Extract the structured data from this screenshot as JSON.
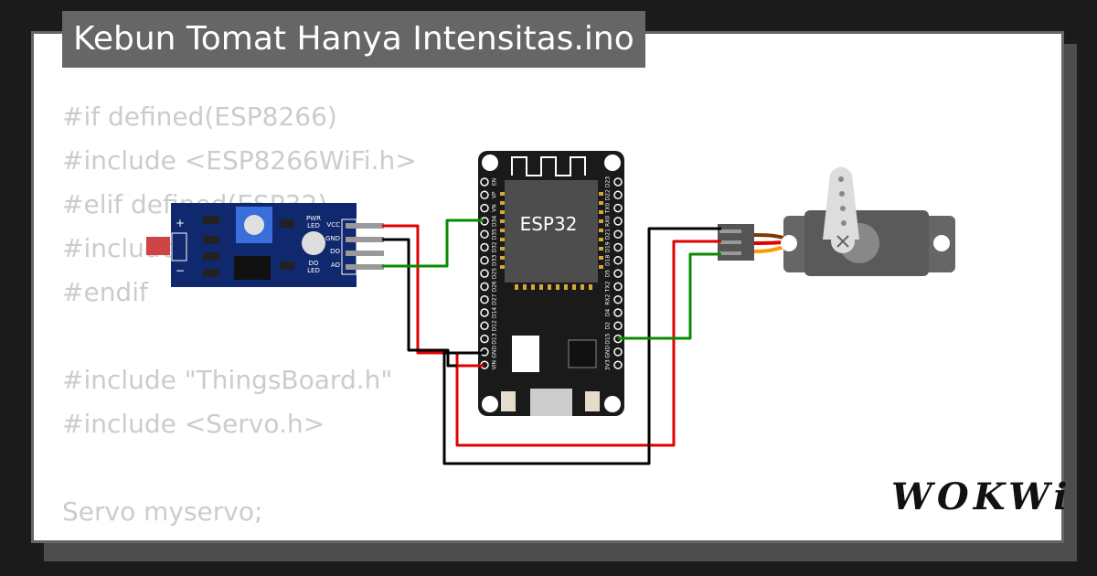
{
  "title": "Kebun Tomat Hanya Intensitas.ino",
  "code_lines": [
    "#if defined(ESP8266)",
    "#include <ESP8266WiFi.h>",
    "#elif defined(ESP32)",
    "#include",
    "#endif",
    "",
    "#include \"ThingsBoard.h\"",
    "#include <Servo.h>",
    "",
    "Servo myservo;"
  ],
  "esp32": {
    "chip_label": "ESP32",
    "pins_left": [
      "EN",
      "VP",
      "VN",
      "D34",
      "D35",
      "D32",
      "D33",
      "D25",
      "D26",
      "D27",
      "D14",
      "D12",
      "D13",
      "GND",
      "VIN"
    ],
    "pins_right": [
      "D23",
      "D22",
      "TX0",
      "RX0",
      "D21",
      "D19",
      "D18",
      "D5",
      "TX2",
      "RX2",
      "D4",
      "D2",
      "D15",
      "GND",
      "3V3"
    ]
  },
  "ldr_module": {
    "plus": "+",
    "minus": "−",
    "pins": [
      "VCC",
      "GND",
      "DO",
      "AO"
    ],
    "pwr_led": [
      "PWR",
      "LED"
    ],
    "do_led": [
      "DO",
      "LED"
    ]
  },
  "logo": "WOKWi",
  "colors": {
    "wire_red": "#e00000",
    "wire_black": "#000000",
    "wire_green": "#0a8a00",
    "board": "#1a1a1a",
    "module": "#10286e"
  }
}
